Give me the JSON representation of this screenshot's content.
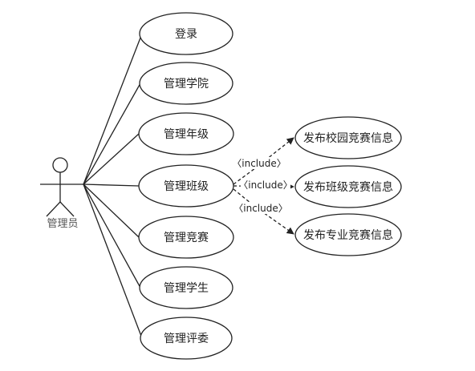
{
  "actor": {
    "label": "管理员"
  },
  "use_cases": [
    {
      "id": "login",
      "label": "登录"
    },
    {
      "id": "manage-college",
      "label": "管理学院"
    },
    {
      "id": "manage-grade",
      "label": "管理年级"
    },
    {
      "id": "manage-class",
      "label": "管理班级"
    },
    {
      "id": "manage-competition",
      "label": "管理竞赛"
    },
    {
      "id": "manage-student",
      "label": "管理学生"
    },
    {
      "id": "manage-judge",
      "label": "管理评委"
    }
  ],
  "included_use_cases": [
    {
      "id": "publish-campus",
      "label": "发布校园竞赛信息"
    },
    {
      "id": "publish-class",
      "label": "发布班级竞赛信息"
    },
    {
      "id": "publish-major",
      "label": "发布专业竞赛信息"
    }
  ],
  "relations": {
    "include_label": "〈include〉"
  }
}
